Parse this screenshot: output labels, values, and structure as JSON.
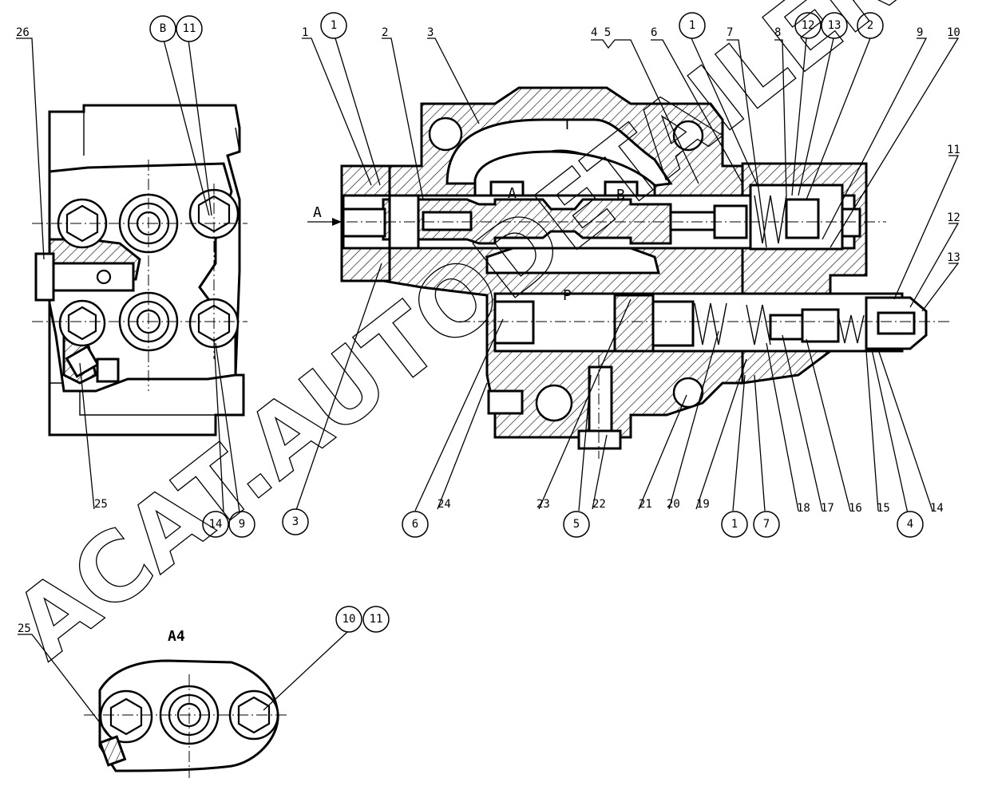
{
  "watermark": "ACAT.AUTODETAILER.RU",
  "view_labels": {
    "detail_view": "A4"
  },
  "port_labels": {
    "tank": "T",
    "pressure": "P",
    "work_a": "A",
    "work_b": "B",
    "arrow_a": "A"
  },
  "callout_numbers": [
    {
      "id": "c-26",
      "text": "26"
    },
    {
      "id": "c-1a",
      "text": "1"
    },
    {
      "id": "c-2a",
      "text": "2"
    },
    {
      "id": "c-3",
      "text": "3"
    },
    {
      "id": "c-4-5",
      "text": "4  5"
    },
    {
      "id": "c-6a",
      "text": "6"
    },
    {
      "id": "c-7a",
      "text": "7"
    },
    {
      "id": "c-8",
      "text": "8"
    },
    {
      "id": "c-9a",
      "text": "9"
    },
    {
      "id": "c-10a",
      "text": "10"
    },
    {
      "id": "c-11a",
      "text": "11"
    },
    {
      "id": "c-12a",
      "text": "12"
    },
    {
      "id": "c-13a",
      "text": "13"
    },
    {
      "id": "c-25a",
      "text": "25"
    },
    {
      "id": "c-24",
      "text": "24"
    },
    {
      "id": "c-23",
      "text": "23"
    },
    {
      "id": "c-22",
      "text": "22"
    },
    {
      "id": "c-21",
      "text": "21"
    },
    {
      "id": "c-20",
      "text": "20"
    },
    {
      "id": "c-19",
      "text": "19"
    },
    {
      "id": "c-18",
      "text": "18"
    },
    {
      "id": "c-17",
      "text": "17"
    },
    {
      "id": "c-16",
      "text": "16"
    },
    {
      "id": "c-15",
      "text": "15"
    },
    {
      "id": "c-14",
      "text": "14"
    },
    {
      "id": "c-25b",
      "text": "25"
    }
  ],
  "circled_numbers": [
    {
      "id": "o-B",
      "text": "B"
    },
    {
      "id": "o-11a",
      "text": "11"
    },
    {
      "id": "o-1a",
      "text": "1"
    },
    {
      "id": "o-1b",
      "text": "1"
    },
    {
      "id": "o-12",
      "text": "12"
    },
    {
      "id": "o-13",
      "text": "13"
    },
    {
      "id": "o-2",
      "text": "2"
    },
    {
      "id": "o-14",
      "text": "14"
    },
    {
      "id": "o-9",
      "text": "9"
    },
    {
      "id": "o-3",
      "text": "3"
    },
    {
      "id": "o-6",
      "text": "6"
    },
    {
      "id": "o-5",
      "text": "5"
    },
    {
      "id": "o-1c",
      "text": "1"
    },
    {
      "id": "o-7",
      "text": "7"
    },
    {
      "id": "o-4",
      "text": "4"
    },
    {
      "id": "o-10",
      "text": "10"
    },
    {
      "id": "o-11b",
      "text": "11"
    }
  ]
}
